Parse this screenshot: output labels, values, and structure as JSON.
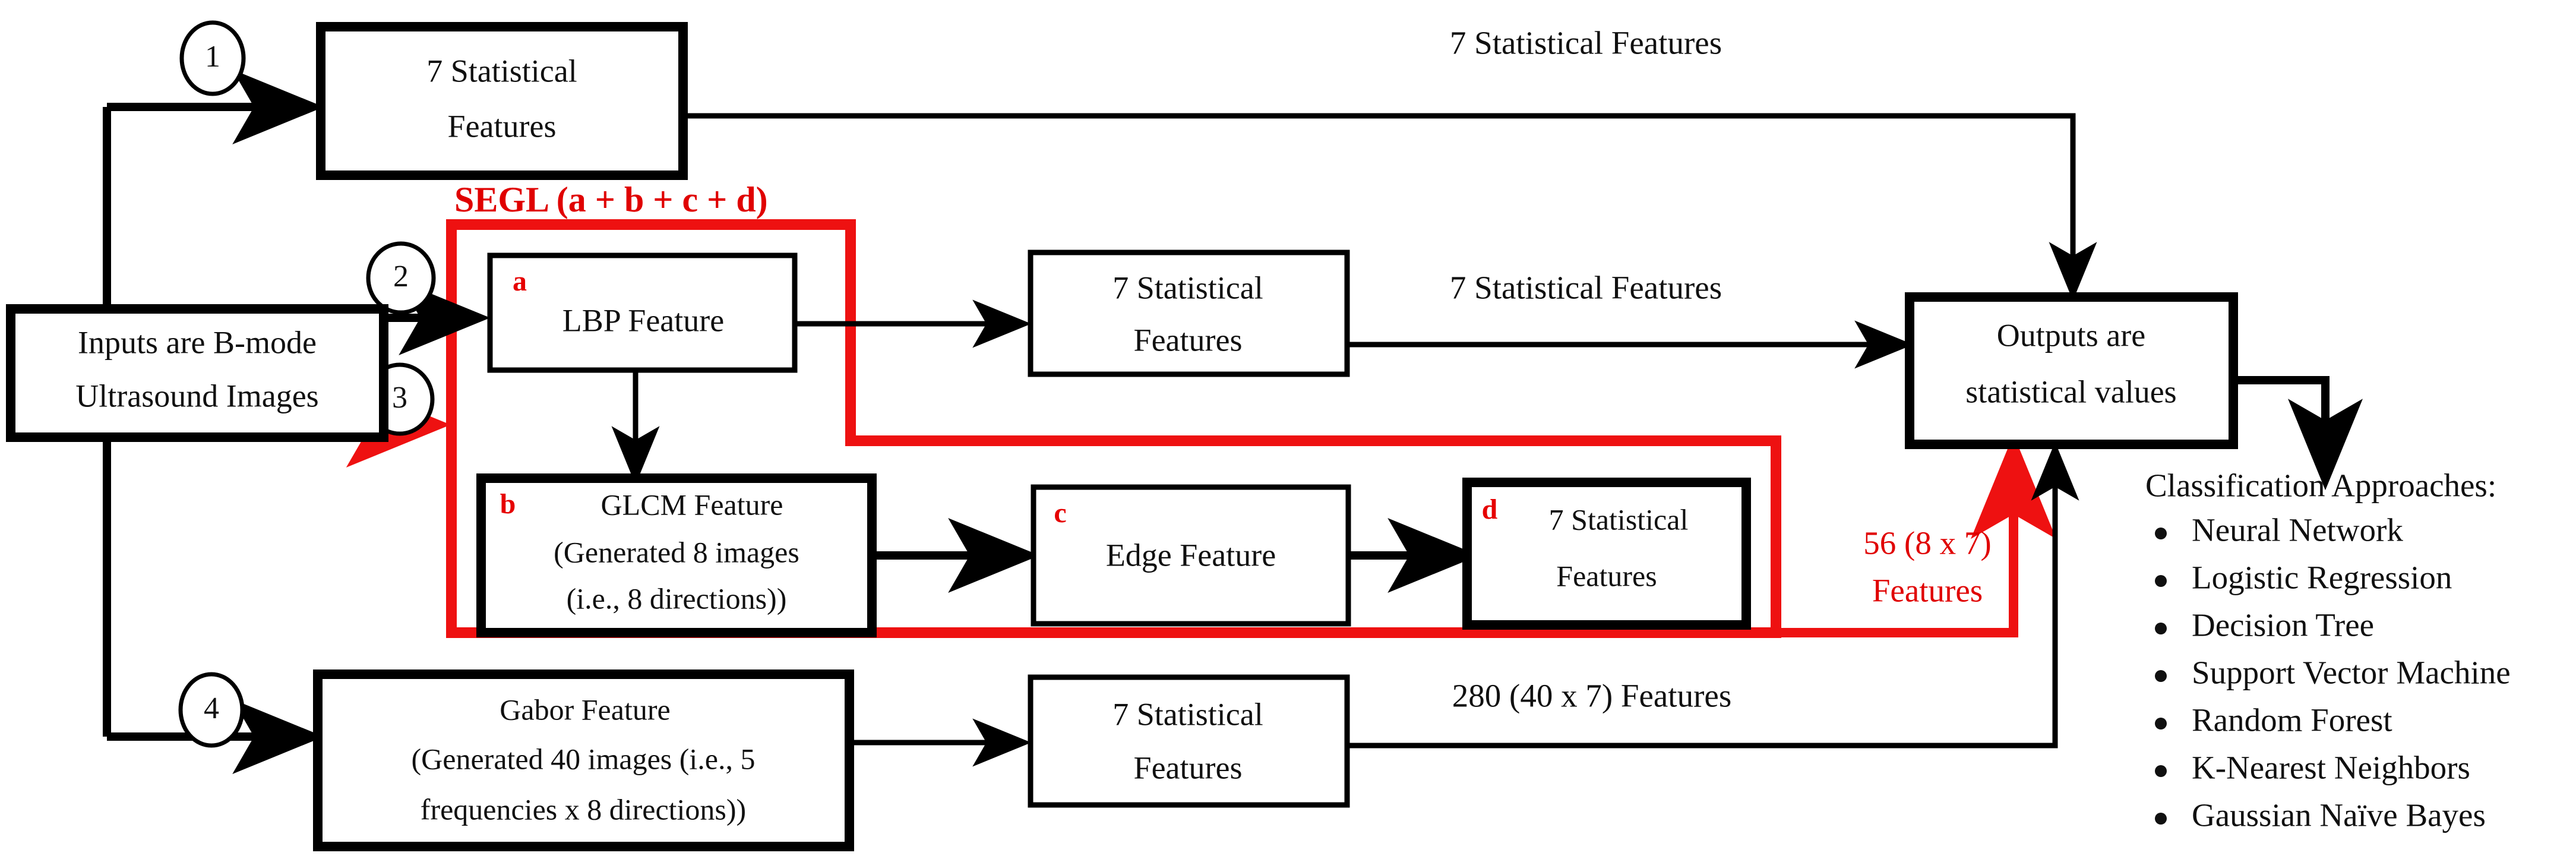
{
  "figure": {
    "title": "Feature extraction and classification pipeline for B-mode ultrasound images",
    "accent_red": "#ee1111",
    "ink_black": "#101010"
  },
  "input_node": {
    "line1": "Inputs are B-mode",
    "line2": "Ultrasound Images"
  },
  "branch_markers": [
    {
      "id": "1",
      "label": "1"
    },
    {
      "id": "2",
      "label": "2"
    },
    {
      "id": "3",
      "label": "3"
    },
    {
      "id": "4",
      "label": "4"
    }
  ],
  "segl": {
    "label": "SEGL (a + b + c + d)",
    "tags": {
      "a": "a",
      "b": "b",
      "c": "c",
      "d": "d"
    }
  },
  "nodes": {
    "stat_top": {
      "line1": "7  Statistical",
      "line2": "Features"
    },
    "lbp": {
      "line1": "LBP Feature"
    },
    "stat_lbp": {
      "line1": "7  Statistical",
      "line2": "Features"
    },
    "glcm": {
      "line1": "GLCM Feature",
      "line2": "(Generated 8 images",
      "line3": "(i.e., 8 directions))"
    },
    "edge": {
      "line1": "Edge Feature"
    },
    "stat_edge": {
      "line1": "7 Statistical",
      "line2": "Features"
    },
    "gabor": {
      "line1": "Gabor Feature",
      "line2": "(Generated 40 images (i.e., 5",
      "line3": "frequencies x 8 directions))"
    },
    "stat_gabor": {
      "line1": "7  Statistical",
      "line2": "Features"
    },
    "outputs": {
      "line1": "Outputs are",
      "line2": "statistical values"
    }
  },
  "edge_labels": {
    "top_features": "7 Statistical Features",
    "lbp_features": "7 Statistical Features",
    "segl_features_line1": "56 (8 x 7)",
    "segl_features_line2": "Features",
    "gabor_features": "280 (40 x 7) Features"
  },
  "classification": {
    "title": "Classification Approaches:",
    "items": [
      "Neural Network",
      "Logistic Regression",
      "Decision Tree",
      "Support Vector Machine",
      "Random Forest",
      "K-Nearest Neighbors",
      "Gaussian Naïve Bayes"
    ]
  }
}
